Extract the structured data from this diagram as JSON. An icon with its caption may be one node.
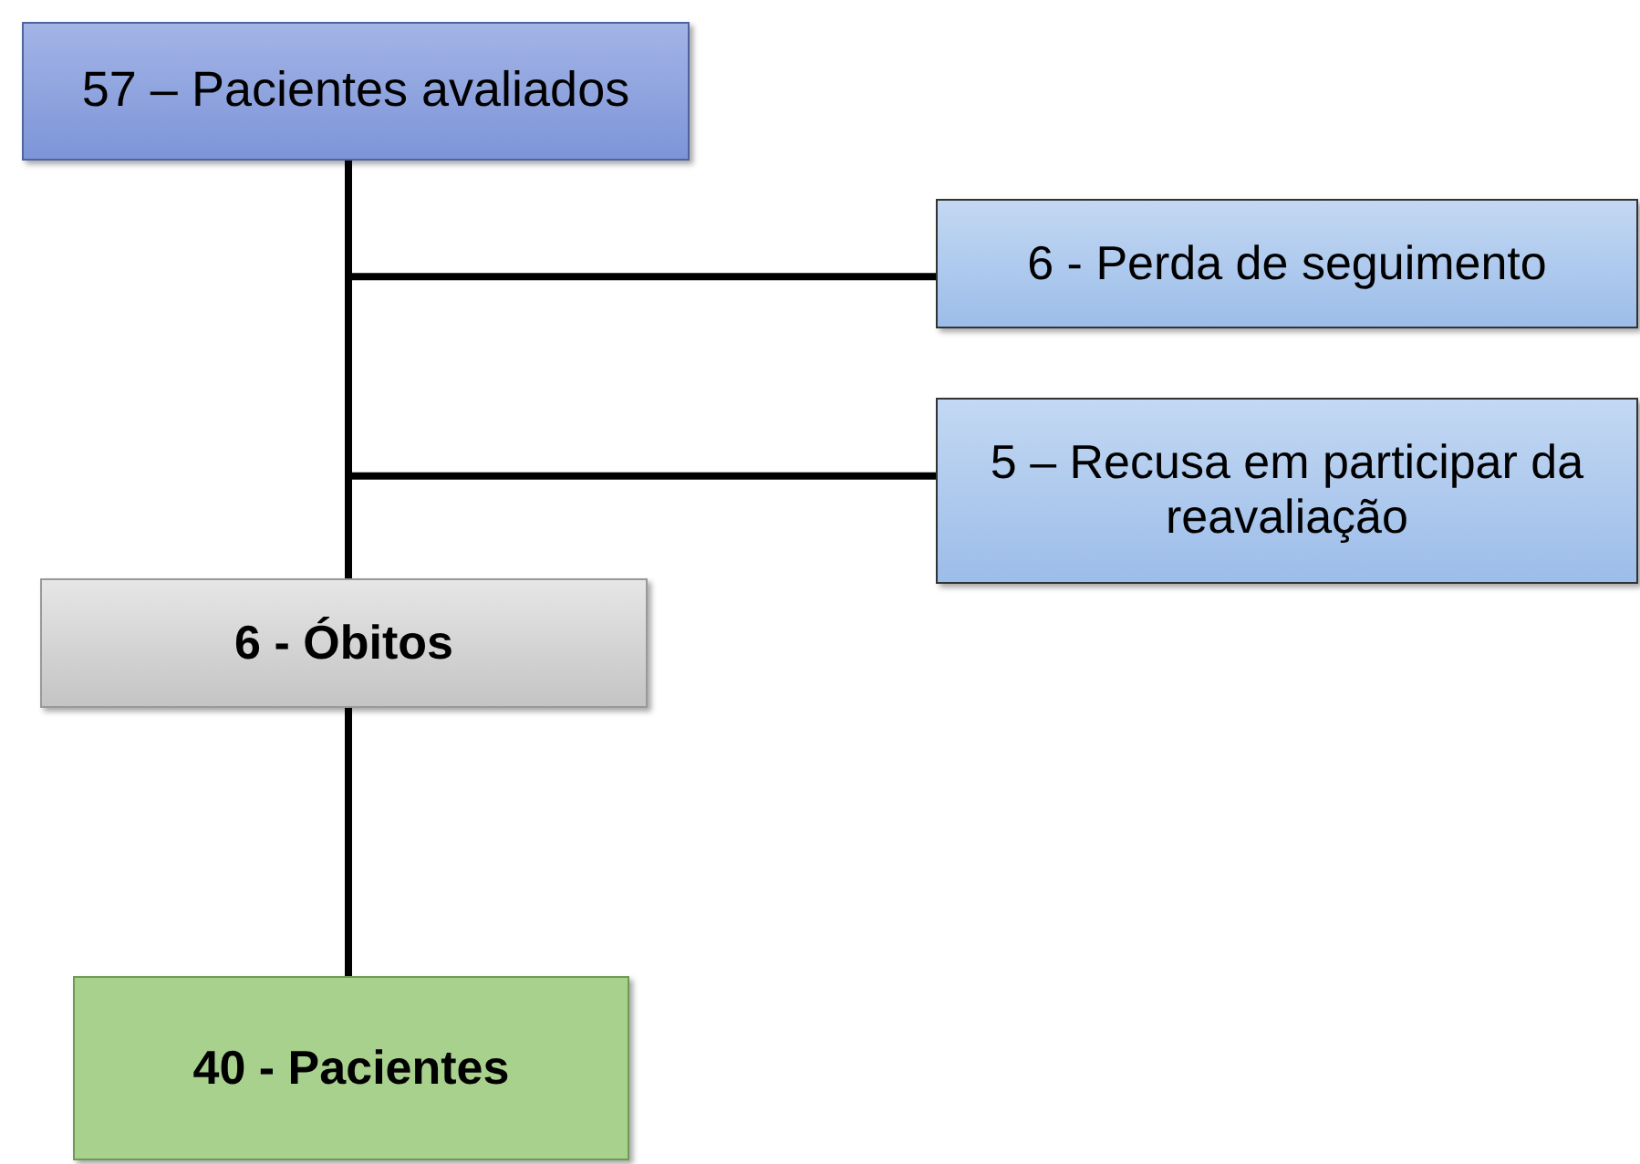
{
  "diagram": {
    "nodes": [
      {
        "text": [
          "57 – Pacientes avaliados"
        ]
      },
      {
        "text": [
          "6 - Perda de seguimento"
        ]
      },
      {
        "text": [
          "5 – Recusa em participar da reavaliação"
        ]
      },
      {
        "text": [
          "6 - Óbitos"
        ]
      },
      {
        "text": [
          "40 - Pacientes"
        ]
      }
    ],
    "edges": [
      {
        "from": 0,
        "to": 1,
        "arrow": "none"
      },
      {
        "from": 0,
        "to": 2,
        "arrow": "none"
      },
      {
        "from": 0,
        "to": 3,
        "arrow": "none"
      },
      {
        "from": 3,
        "to": 4,
        "arrow": "none"
      }
    ]
  }
}
